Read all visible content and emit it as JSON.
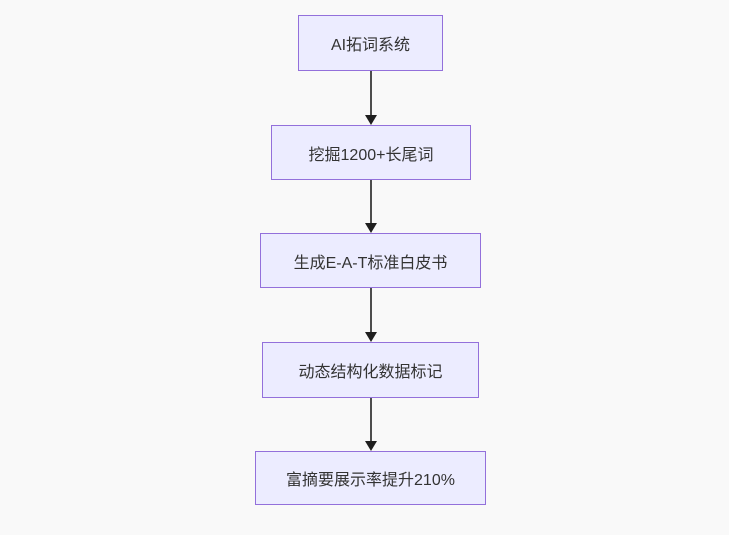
{
  "diagram": {
    "type": "flowchart",
    "direction": "top-down",
    "background_color": "#f9f9f9",
    "node_style": {
      "fill_color": "#ececff",
      "border_color": "#9370db",
      "text_color": "#333333"
    },
    "arrow_style": {
      "line_color": "#4d4d4d",
      "head_color": "#1f1f1f"
    },
    "nodes": [
      {
        "label": "AI拓词系统"
      },
      {
        "label": "挖掘1200+长尾词"
      },
      {
        "label": "生成E-A-T标准白皮书"
      },
      {
        "label": "动态结构化数据标记"
      },
      {
        "label": "富摘要展示率提升210%"
      }
    ],
    "edges": [
      {
        "from": "AI拓词系统",
        "to": "挖掘1200+长尾词"
      },
      {
        "from": "挖掘1200+长尾词",
        "to": "生成E-A-T标准白皮书"
      },
      {
        "from": "生成E-A-T标准白皮书",
        "to": "动态结构化数据标记"
      },
      {
        "from": "动态结构化数据标记",
        "to": "富摘要展示率提升210%"
      }
    ]
  }
}
